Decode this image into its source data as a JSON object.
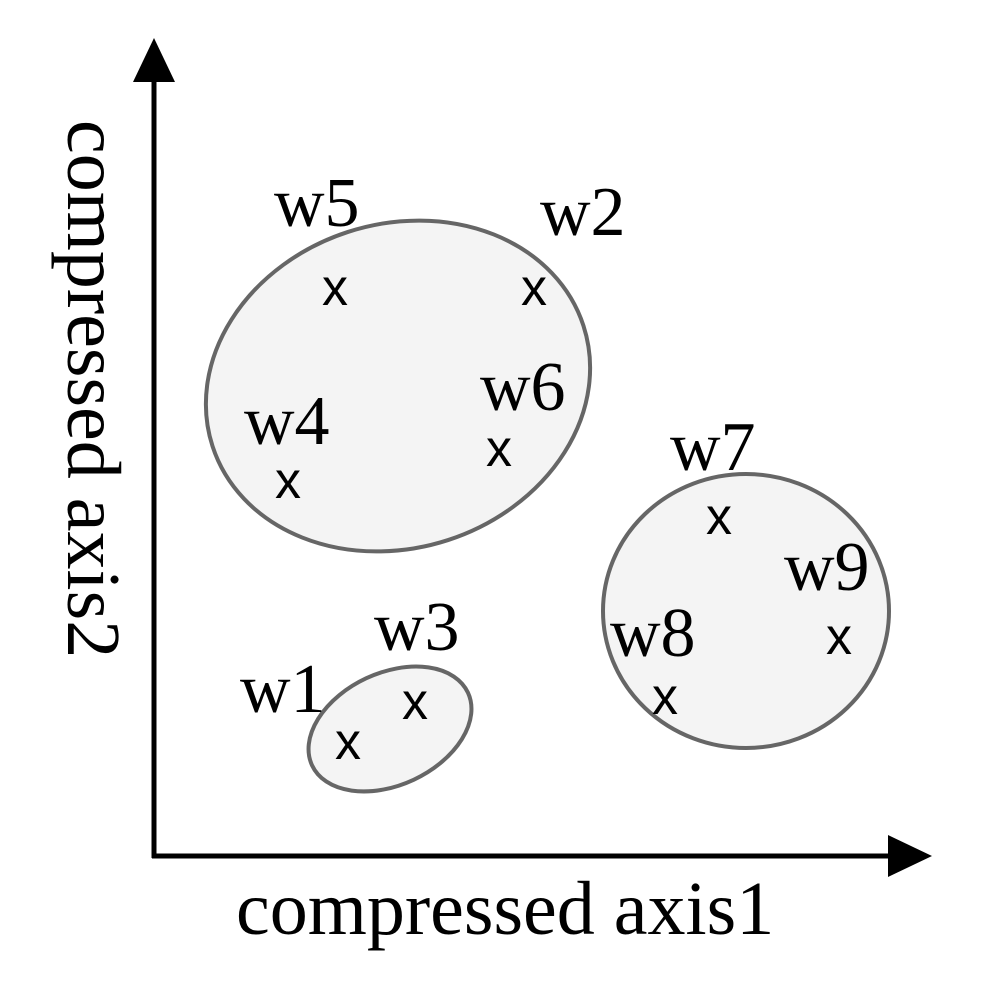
{
  "axes": {
    "x_label": "compressed axis1",
    "y_label": "compressed axis2"
  },
  "clusters": [
    {
      "members": [
        "w5",
        "w2",
        "w4",
        "w6"
      ]
    },
    {
      "members": [
        "w1",
        "w3"
      ]
    },
    {
      "members": [
        "w7",
        "w8",
        "w9"
      ]
    }
  ],
  "points": [
    {
      "label": "w5",
      "marker": "x"
    },
    {
      "label": "w2",
      "marker": "x"
    },
    {
      "label": "w6",
      "marker": "x"
    },
    {
      "label": "w4",
      "marker": "x"
    },
    {
      "label": "w7",
      "marker": "x"
    },
    {
      "label": "w9",
      "marker": "x"
    },
    {
      "label": "w8",
      "marker": "x"
    },
    {
      "label": "w3",
      "marker": "x"
    },
    {
      "label": "w1",
      "marker": "x"
    }
  ],
  "colors": {
    "cluster_fill": "#f4f4f4",
    "cluster_stroke": "#666666",
    "axis": "#000000"
  }
}
